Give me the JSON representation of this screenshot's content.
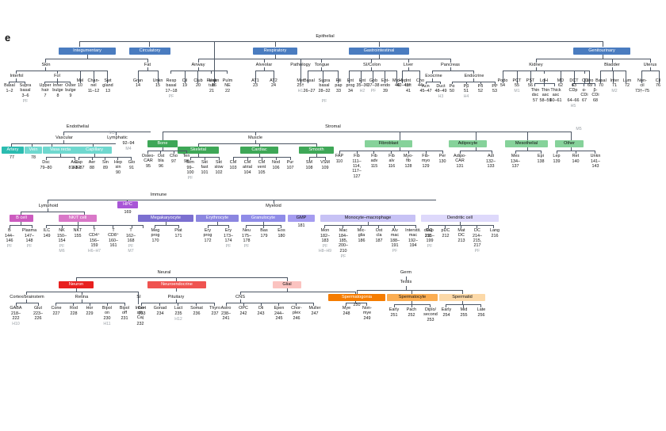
{
  "figure": {
    "panel_letter": "e",
    "type": "hierarchical-taxonomy-tree",
    "description": "Cell type taxonomy tree organised by compartment"
  },
  "colors": {
    "epithelial_chip": "#4a7cc0",
    "endothelial_chip_dark": "#2bbcb0",
    "endothelial_chip_light": "#6fd8cf",
    "stromal_chip_dark": "#3ea757",
    "stromal_chip_light": "#86d29a",
    "immune_b": "#cc5bbf",
    "immune_nkt": "#d978c8",
    "immune_hpc": "#a855d6",
    "immune_mega": "#7b6fd0",
    "immune_ery": "#8b86e0",
    "immune_gran": "#8f8ce8",
    "immune_gmp": "#a59cf0",
    "immune_mono": "#c7c2f5",
    "immune_dc": "#ded9fb",
    "neural_neuron": "#e8201f",
    "neural_neuroendocrine": "#ef5350",
    "neural_glial": "#fbc3c0",
    "germ_spermatogonia": "#f57c00",
    "germ_spermatocyte": "#fbad52",
    "germ_spermatid": "#fcd9a8",
    "line": "#4b5563",
    "note": "#9aa0a6"
  },
  "compartments": [
    {
      "name": "Epithelial"
    },
    {
      "name": "Endothelial"
    },
    {
      "name": "Stromal"
    },
    {
      "name": "Immune"
    },
    {
      "name": "Neural"
    },
    {
      "name": "Germ"
    }
  ],
  "epithelial": {
    "root": "Epithelial",
    "chips": [
      "Integumentary",
      "Circulatory",
      "Respiratory",
      "Gastrointestinal",
      "Genitourinary"
    ],
    "organs": [
      "Skin",
      "Fat",
      "Airway",
      "Alveolar",
      "Pathology",
      "Tongue",
      "SI/Colon",
      "Liver",
      "Pancreas",
      "Kidney",
      "Bladder",
      "Uterus"
    ],
    "sub_groups": [
      "Interfol",
      "Fol",
      "Exocrine",
      "Endocrine"
    ],
    "leaves": [
      {
        "label": "Basal",
        "num": "1–2"
      },
      {
        "label": "Supra\nbasal",
        "num": "3–6",
        "note": "PF"
      },
      {
        "label": "Upper\nhair",
        "num": "7"
      },
      {
        "label": "Inner\nbulge",
        "num": "8"
      },
      {
        "label": "Outer\nbulge",
        "num": "9"
      },
      {
        "label": "Mel",
        "num": "10"
      },
      {
        "label": "Chan-\nnel",
        "num": "11–12"
      },
      {
        "label": "Swt\ngland",
        "num": "13"
      },
      {
        "label": "Gran",
        "num": "14"
      },
      {
        "label": "Unkn",
        "num": "15"
      },
      {
        "label": "Unkn",
        "num": "16"
      },
      {
        "label": "Resp\nbasal",
        "num": "17–18",
        "note": "PF"
      },
      {
        "label": "Cil",
        "num": "19"
      },
      {
        "label": "Club",
        "num": "20"
      },
      {
        "label": "Resp\ntuft",
        "num": "21"
      },
      {
        "label": "Pulm\nNE",
        "num": "22"
      },
      {
        "label": "AT1",
        "num": "23"
      },
      {
        "label": "AT2",
        "num": "24"
      },
      {
        "label": "Met",
        "num": "25†",
        "note": "H1"
      },
      {
        "label": "Basal",
        "num": "26–27"
      },
      {
        "label": "Supra\nbasal",
        "num": "28–32",
        "note": "PF"
      },
      {
        "label": "Fili\npap",
        "num": "33"
      },
      {
        "label": "Ent\nprog",
        "num": "34"
      },
      {
        "label": "Ent",
        "num": "35–36",
        "note": "H2"
      },
      {
        "label": "Gob",
        "num": "37–38",
        "note": "PF"
      },
      {
        "label": "Ent-\nendo",
        "num": "39"
      },
      {
        "label": "Mic-f",
        "num": "40"
      },
      {
        "label": "Int\ntuft",
        "num": "41"
      },
      {
        "label": "Hep",
        "num": "42–43"
      },
      {
        "label": "Cho",
        "num": "44"
      },
      {
        "label": "Acn",
        "num": "45–47"
      },
      {
        "label": "Duct",
        "num": "48–49",
        "note": "H3"
      },
      {
        "label": "Pα",
        "num": "50"
      },
      {
        "label": "Pβ",
        "num": "51",
        "note": "H4"
      },
      {
        "label": "Pδ",
        "num": "52"
      },
      {
        "label": "PP",
        "num": "53"
      },
      {
        "label": "Podo",
        "num": "54"
      },
      {
        "label": "PCT",
        "num": "55",
        "note": "M1"
      },
      {
        "label": "PST",
        "num": "56"
      },
      {
        "label": "LoH",
        "num": ""
      },
      {
        "label": "Thin\ndsc",
        "num": "57"
      },
      {
        "label": "Thin\nasc",
        "num": "58–59"
      },
      {
        "label": "Thick\nasc",
        "num": "60–61"
      },
      {
        "label": "MD",
        "num": "62"
      },
      {
        "label": "DCT",
        "num": "63"
      },
      {
        "label": "CD",
        "num": ""
      },
      {
        "label": "CDp",
        "num": "64–66",
        "note": "H5"
      },
      {
        "label": "α-\nCDi",
        "num": "67"
      },
      {
        "label": "β-\nCDi",
        "num": "68"
      },
      {
        "label": "Uro",
        "num": "69"
      },
      {
        "label": "Basal",
        "num": "70"
      },
      {
        "label": "Inter",
        "num": "71",
        "note": "M2"
      },
      {
        "label": "Lum",
        "num": "72"
      },
      {
        "label": "Non-\ncil",
        "num": "73†–75"
      },
      {
        "label": "Cil",
        "num": "76"
      }
    ]
  },
  "endothelial": {
    "root": "Endothelial",
    "sub_roots": [
      "Vascular",
      "Lymphatic"
    ],
    "chips": [
      "Artery",
      "Vein",
      "Vasa recta",
      "Capillary"
    ],
    "leaves": [
      {
        "label": "Artery",
        "num": "77"
      },
      {
        "label": "Vein",
        "num": "78"
      },
      {
        "label": "Dsc",
        "num": "79–80"
      },
      {
        "label": "Asc",
        "num": "81–82"
      },
      {
        "label": "Cap",
        "num": "83–87"
      },
      {
        "label": "Aer",
        "num": "88"
      },
      {
        "label": "Sin",
        "num": "89"
      },
      {
        "label": "Hep\nsin",
        "num": "90"
      },
      {
        "label": "Glo",
        "num": "91"
      },
      {
        "label": "Lymphatic",
        "num": "92–94",
        "note": "M4"
      }
    ],
    "notes": [
      "M3",
      "M4"
    ]
  },
  "stromal": {
    "root": "Stromal",
    "sub_roots": [
      "Bone",
      "Muscle"
    ],
    "chips": [
      "Bone",
      "Skeletal",
      "Cardiac",
      "Smooth",
      "Fibroblast",
      "Adipocyte",
      "Mesothelial",
      "Other"
    ],
    "note": "M5",
    "leaves": [
      {
        "label": "Osteo-\nCAR",
        "num": "95"
      },
      {
        "label": "Ost\nbla",
        "num": "96"
      },
      {
        "label": "Cho",
        "num": "97"
      },
      {
        "label": "Ten",
        "num": "98"
      },
      {
        "label": "Stm",
        "num": "99–\n100",
        "note": "PF"
      },
      {
        "label": "Skt\nfast",
        "num": "101"
      },
      {
        "label": "Skt\nslow",
        "num": "102"
      },
      {
        "label": "CM",
        "num": "103"
      },
      {
        "label": "CM\natrial",
        "num": "104"
      },
      {
        "label": "CM\nvent",
        "num": "105"
      },
      {
        "label": "Nod",
        "num": "106"
      },
      {
        "label": "Pur",
        "num": "107"
      },
      {
        "label": "SM",
        "num": "108"
      },
      {
        "label": "VSM",
        "num": "109"
      },
      {
        "label": "FAP",
        "num": "110"
      },
      {
        "label": "Fib",
        "num": "111–\n114,\n117–\n127"
      },
      {
        "label": "Fib\nadv",
        "num": "115"
      },
      {
        "label": "Fib\nalv",
        "num": "116"
      },
      {
        "label": "Myo-\nfib",
        "num": "128"
      },
      {
        "label": "Fib-\nmyo",
        "num": "129"
      },
      {
        "label": "Per",
        "num": "130"
      },
      {
        "label": "Adipo-\nCAR",
        "num": "131"
      },
      {
        "label": "Adi",
        "num": "132–\n133"
      },
      {
        "label": "Mes",
        "num": "134–\n137"
      },
      {
        "label": "Epi",
        "num": "138"
      },
      {
        "label": "Lep",
        "num": "139"
      },
      {
        "label": "Ret",
        "num": "140"
      },
      {
        "label": "Unkn",
        "num": "141–\n143"
      }
    ]
  },
  "immune": {
    "root": "Immune",
    "sub_roots": [
      "Lymphoid",
      "Myeloid"
    ],
    "chips": [
      "B cell",
      "NK/T cell",
      "HPC",
      "Megakaryocyte",
      "Erythrocyte",
      "Granulocyte",
      "GMP",
      "Monocyte–macrophage",
      "Dendritic cell"
    ],
    "leaves": [
      {
        "label": "B",
        "num": "144–\n146",
        "note": "PF"
      },
      {
        "label": "Plasma",
        "num": "147–\n148",
        "note": "PF"
      },
      {
        "label": "ILC",
        "num": "149"
      },
      {
        "label": "NK",
        "num": "150–\n154",
        "note": "PF\nM6"
      },
      {
        "label": "NKT",
        "num": "155"
      },
      {
        "label": "T\nCD4⁺",
        "num": "156–\n159",
        "note": "H6–H7"
      },
      {
        "label": "T\nCD8⁺",
        "num": "160–\n161"
      },
      {
        "label": "T",
        "num": "162–\n168",
        "note": "PF\nM7"
      },
      {
        "label": "HPC",
        "num": "169"
      },
      {
        "label": "Meg\nprog",
        "num": "170"
      },
      {
        "label": "Plat",
        "num": "171"
      },
      {
        "label": "Ery\nprog",
        "num": "172"
      },
      {
        "label": "Ery",
        "num": "173–\n174",
        "note": "PF"
      },
      {
        "label": "Neu",
        "num": "175–\n178",
        "note": "PF"
      },
      {
        "label": "Bas",
        "num": "179"
      },
      {
        "label": "Eos",
        "num": "180"
      },
      {
        "label": "GMP",
        "num": "181"
      },
      {
        "label": "Mon",
        "num": "182–\n183",
        "note": "PF\nH8–H9"
      },
      {
        "label": "Mac",
        "num": "184–\n185,\n200–\n210",
        "note": "PF"
      },
      {
        "label": "Mic-\nglia",
        "num": "186"
      },
      {
        "label": "Ost\ncla",
        "num": "187"
      },
      {
        "label": "Alv\nmac",
        "num": "188–\n191",
        "note": "PF"
      },
      {
        "label": "Interstit.\nmac",
        "num": "192–\n194"
      },
      {
        "label": "Kup",
        "num": "195–\n199",
        "note": "PF"
      },
      {
        "label": "cDC",
        "num": "211"
      },
      {
        "label": "pDC",
        "num": "212"
      },
      {
        "label": "Mat\nDC",
        "num": "213"
      },
      {
        "label": "DC",
        "num": "214–\n215,\n217",
        "note": "PF"
      },
      {
        "label": "Lang",
        "num": "216"
      }
    ]
  },
  "neural": {
    "root": "Neural",
    "chips": [
      "Neuron",
      "Neuroendocrine",
      "Glial"
    ],
    "sub_roots": [
      "Cortex/brainstem",
      "Retina",
      "SI",
      "Pituitary",
      "CNS",
      "PNS"
    ],
    "leaves": [
      {
        "label": "GABA",
        "num": "218–\n222",
        "note": "H10"
      },
      {
        "label": "Glut",
        "num": "223–\n226"
      },
      {
        "label": "Cone",
        "num": "227"
      },
      {
        "label": "Rod",
        "num": "228"
      },
      {
        "label": "Hor",
        "num": "229"
      },
      {
        "label": "Bipol\non",
        "num": "230",
        "note": "H11"
      },
      {
        "label": "Bipol\noff",
        "num": "231"
      },
      {
        "label": "Inter-\nstit.\nCaj",
        "num": "232"
      },
      {
        "label": "Cort",
        "num": "233"
      },
      {
        "label": "Gonad",
        "num": "234"
      },
      {
        "label": "Lact",
        "num": "235",
        "note": "H12"
      },
      {
        "label": "Somat",
        "num": "236"
      },
      {
        "label": "Thyro",
        "num": "237"
      },
      {
        "label": "Astro",
        "num": "238–\n241"
      },
      {
        "label": "OPC",
        "num": "242"
      },
      {
        "label": "Oli",
        "num": "243"
      },
      {
        "label": "Epen",
        "num": "244–\n245"
      },
      {
        "label": "Chor-\nplex",
        "num": "246"
      },
      {
        "label": "Muller",
        "num": "247"
      },
      {
        "label": "Mye",
        "num": "248"
      },
      {
        "label": "Non-\nmye",
        "num": "249"
      }
    ]
  },
  "germ": {
    "root": "Germ",
    "sub_root": "Testis",
    "chips": [
      "Spermatogonia",
      "Spermatocyte",
      "Spermatid"
    ],
    "leaves": [
      {
        "label": "",
        "num": "250"
      },
      {
        "label": "Early",
        "num": "251"
      },
      {
        "label": "Pach",
        "num": "252"
      },
      {
        "label": "Diplo/\nsecond",
        "num": "253"
      },
      {
        "label": "Early",
        "num": "254"
      },
      {
        "label": "Mid",
        "num": "255"
      },
      {
        "label": "Late",
        "num": "256"
      }
    ]
  }
}
